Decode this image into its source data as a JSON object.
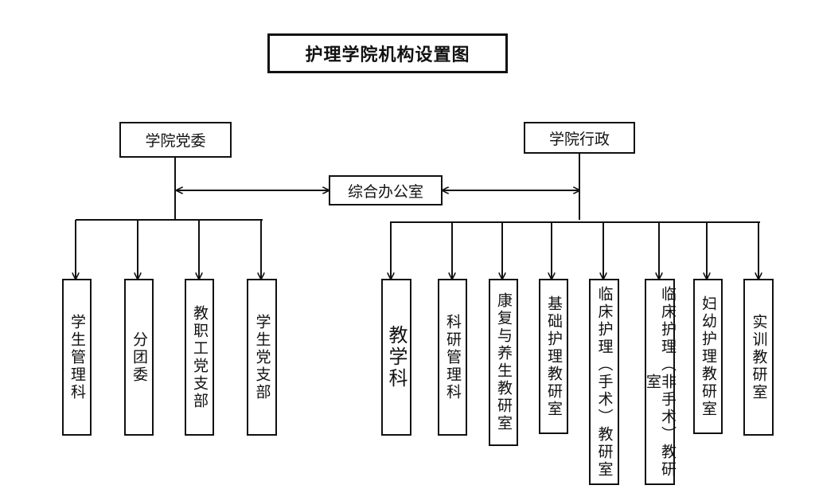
{
  "title": "护理学院机构设置图",
  "party": {
    "head": "学院党委",
    "children": [
      "学生管理科",
      "分团委",
      "教职工党支部",
      "学生党支部"
    ]
  },
  "office": "综合办公室",
  "admin": {
    "head": "学院行政",
    "children": [
      "教学科",
      "科研管理科",
      "康复与养生教研室",
      "基础护理教研室",
      "临床护理（手术）教研室",
      "临床护理（非手术）教研室",
      "妇幼护理教研室",
      "实训教研室"
    ]
  }
}
